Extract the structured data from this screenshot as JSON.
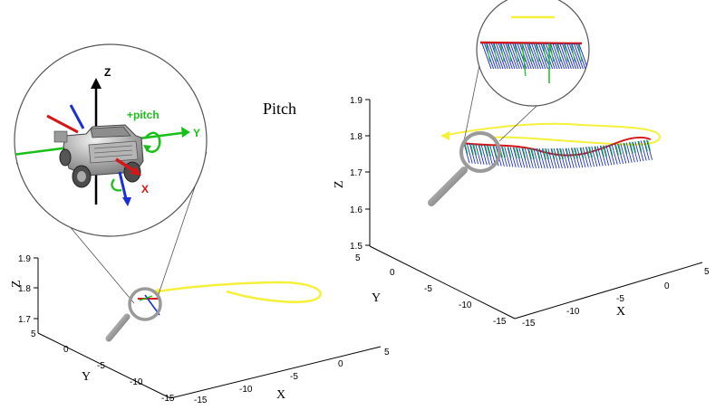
{
  "title": "Pitch",
  "colors": {
    "trajectory": "#f5f03a",
    "x_axis": "#d51616",
    "y_axis": "#19c019",
    "z_axis": "#1b2fd6",
    "z_arrow": "#000000",
    "lens_rim": "#9a9a9a"
  },
  "car_inset": {
    "z_label": "Z",
    "y_label": "Y",
    "x_label": "X",
    "pitch_label": "+pitch"
  },
  "left_plot": {
    "x_axis_label": "X",
    "y_axis_label": "Y",
    "z_axis_label": "Z",
    "z_ticks": [
      "1.9",
      "1.8",
      "1.7"
    ],
    "y_ticks": [
      "5",
      "0",
      "-5",
      "-10",
      "-15"
    ],
    "x_ticks": [
      "-15",
      "-10",
      "-5",
      "0",
      "5"
    ]
  },
  "right_plot": {
    "x_axis_label": "X",
    "y_axis_label": "Y",
    "z_axis_label": "Z",
    "z_ticks": [
      "1.9",
      "1.8",
      "1.7",
      "1.6",
      "1.5"
    ],
    "y_ticks": [
      "5",
      "0",
      "-5",
      "-10",
      "-15"
    ],
    "x_ticks": [
      "-15",
      "-10",
      "-5",
      "0",
      "5"
    ]
  }
}
